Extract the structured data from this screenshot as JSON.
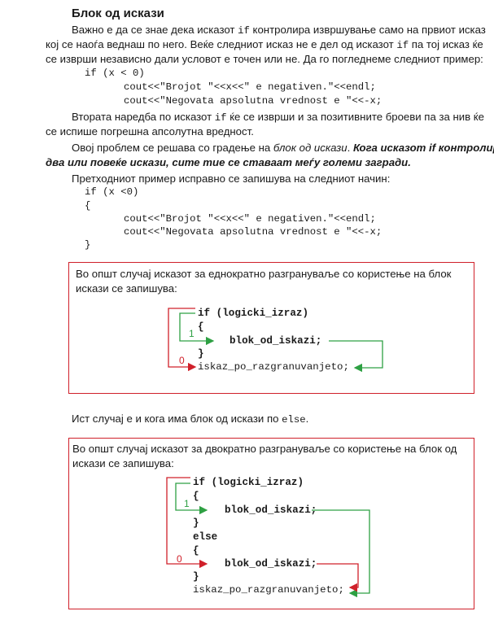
{
  "heading": "Блок од искази",
  "p1": {
    "l1a": "Важно е да се знае дека исказот ",
    "l1code": "if",
    "l1b": " контролира извршување само на првиот исказ",
    "l2a": "кој се наоѓа веднаш по него. Веќе следниот исказ не е дел од исказот ",
    "l2code": "if",
    "l2b": " па тој исказ ќе",
    "l3": "се изврши независно дали условот е точен или не. Да го погледнеме следниот пример:"
  },
  "code1": [
    "if (x < 0)",
    "cout<<\"Brojot \"<<x<<\" e negativen.\"<<endl;",
    "cout<<\"Negovata apsolutna vrednost e \"<<-x;"
  ],
  "p2": {
    "l1a": "Втората наредба по исказот ",
    "l1code": "if",
    "l1b": " ќе се изврши и за позитивните броеви па за нив ќе",
    "l2": "се испише погрешна апсолутна вредност."
  },
  "p3": {
    "l1a": "Овој проблем се решава со градење на ",
    "l1it": "блок од искази",
    "l1b": ". ",
    "l1bi": "Кога исказот if контролира",
    "l2bi": "два или повеќе искази, сите тие се ставаат меѓу големи загради."
  },
  "p4": "Претходниот пример исправно се запишува на следниот начин:",
  "code2": [
    "if (x <0)",
    "{",
    "cout<<\"Brojot \"<<x<<\" e negativen.\"<<endl;",
    "cout<<\"Negovata apsolutna vrednost e \"<<-x;",
    "}"
  ],
  "box1": {
    "l1": "Во општ случај исказот за еднократно разгрануваље со користење на блок",
    "l2": "искази се запишува:",
    "code": [
      "if (logicki_izraz)",
      "{",
      "blok_od_iskazi;",
      "}",
      "iskaz_po_razgranuvanjeto;"
    ],
    "label_true": "1",
    "label_false": "0"
  },
  "p5a": "Ист случај е и кога има блок од искази по ",
  "p5code": "else",
  "p5b": ".",
  "box2": {
    "l1": "Во општ случај исказот за двократно разгрануваље со користење на блок од",
    "l2": "искази се запишува:",
    "code": [
      "if (logicki_izraz)",
      "{",
      "blok_od_iskazi;",
      "}",
      "else",
      "{",
      "blok_od_iskazi;",
      "}",
      "iskaz_po_razgranuvanjeto;"
    ],
    "label_true": "1",
    "label_false": "0"
  },
  "colors": {
    "red": "#d0202a",
    "green": "#2ea043",
    "text": "#1a1a1a"
  }
}
